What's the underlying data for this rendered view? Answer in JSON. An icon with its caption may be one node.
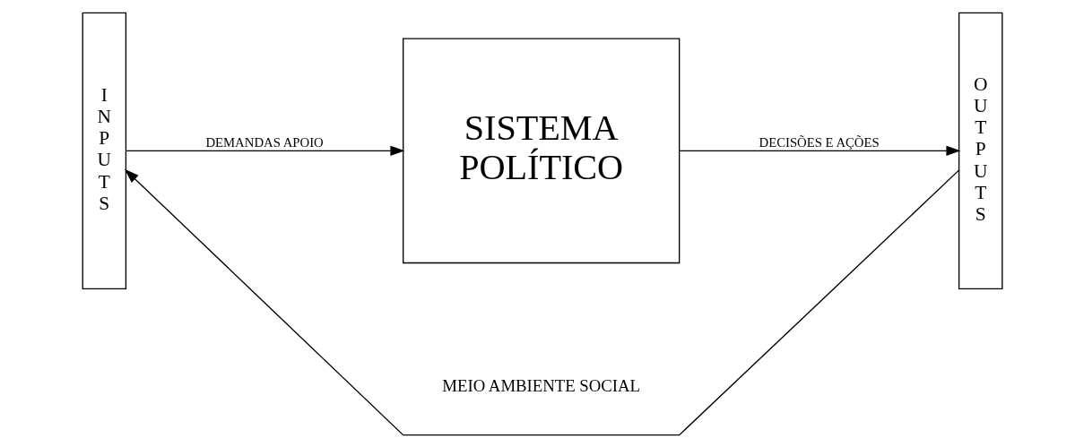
{
  "diagram": {
    "nodes": [
      {
        "text": [
          "INPUTS"
        ]
      },
      {
        "text": [
          "SISTEMA POLÍTICO"
        ]
      },
      {
        "text": [
          "OUTPUTS"
        ]
      }
    ],
    "edges": [
      {
        "from": 0,
        "to": 1,
        "arrow": "to",
        "label": "DEMANDAS APOIO"
      },
      {
        "from": 1,
        "to": 2,
        "arrow": "to",
        "label": "DECISÕES E AÇÕES"
      },
      {
        "from": 2,
        "to": 0,
        "arrow": "to"
      }
    ],
    "labels": [
      "MEIO AMBIENTE SOCIAL"
    ]
  }
}
